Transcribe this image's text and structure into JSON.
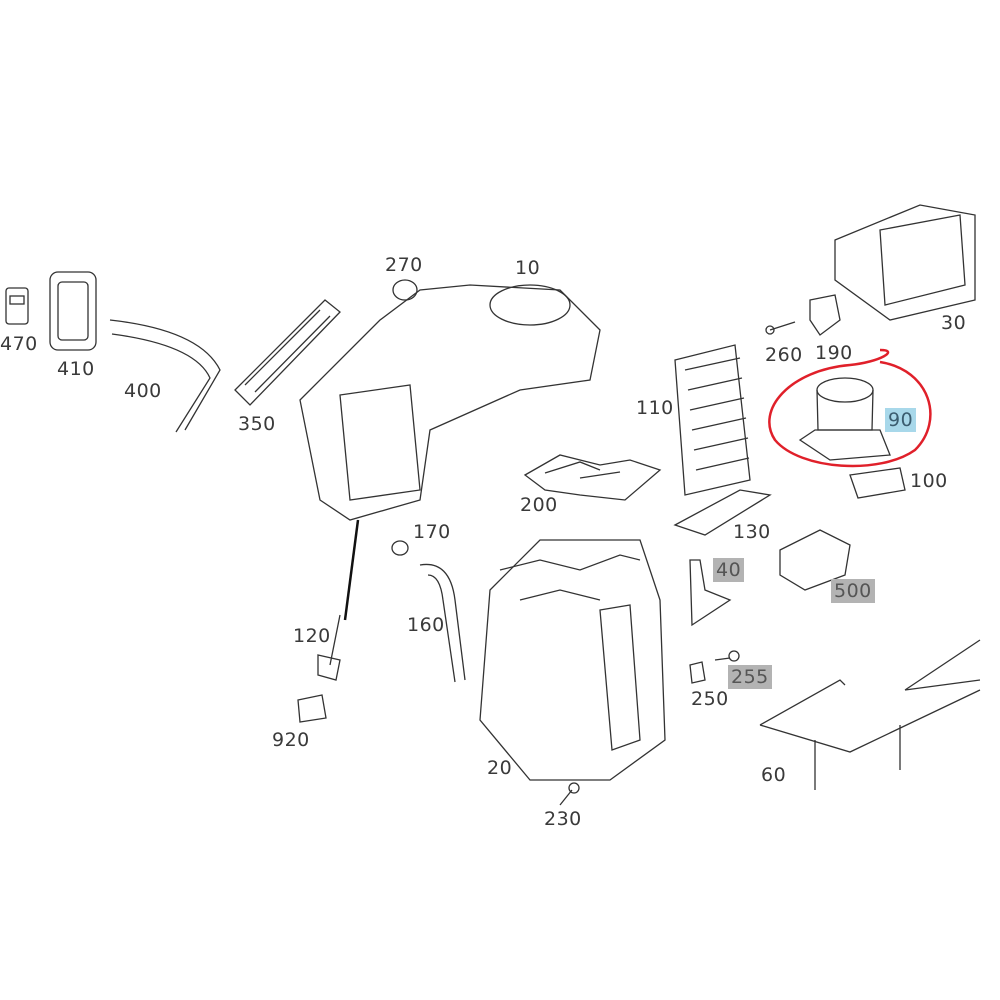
{
  "diagram": {
    "parts": {
      "p470": "470",
      "p410": "410",
      "p400": "400",
      "p350": "350",
      "p270": "270",
      "p10": "10",
      "p30": "30",
      "p260": "260",
      "p190": "190",
      "p110": "110",
      "p90": "90",
      "p100": "100",
      "p200": "200",
      "p130": "130",
      "p170": "170",
      "p40": "40",
      "p500": "500",
      "p120": "120",
      "p160": "160",
      "p255": "255",
      "p250": "250",
      "p920": "920",
      "p20": "20",
      "p60": "60",
      "p230": "230"
    },
    "highlight_colors": {
      "selected": "#a8d8ea",
      "marked": "#b3b3b3",
      "circle": "#e0202a"
    }
  }
}
